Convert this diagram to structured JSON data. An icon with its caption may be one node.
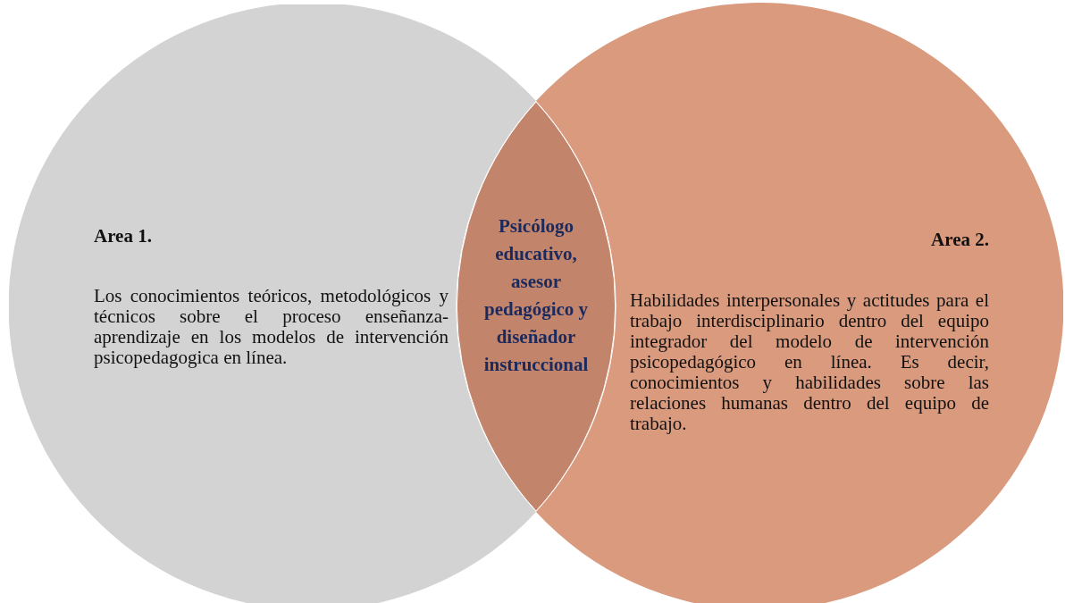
{
  "diagram": {
    "nodes": [
      {
        "text": [
          "Area 1.",
          "Los conocimientos teóricos, metodológicos y técnicos sobre el proceso enseñanza-aprendizaje en los modelos de intervención psicopedagogica en línea."
        ]
      },
      {
        "text": [
          "Area 2.",
          "Habilidades interpersonales y actitudes para el trabajo interdisciplinario dentro del equipo integrador del modelo de intervención psicopedagógico en línea. Es decir, conocimientos y habilidades sobre las relaciones humanas dentro del equipo de trabajo."
        ]
      },
      {
        "text": [
          "Psicólogo educativo, asesor pedagógico y diseñador instruccional"
        ]
      }
    ]
  }
}
